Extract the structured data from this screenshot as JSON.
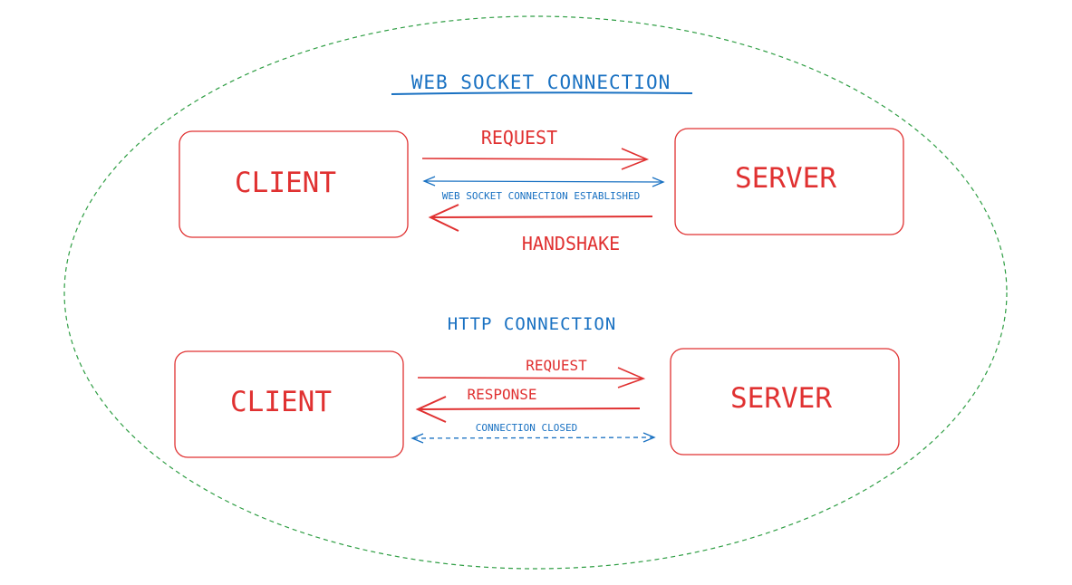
{
  "colors": {
    "red": "#e03131",
    "blue": "#1971c2",
    "green": "#2f9e44",
    "background": "#ffffff"
  },
  "websocket": {
    "title": "WEB SOCKET CONNECTION",
    "client_label": "CLIENT",
    "server_label": "SERVER",
    "request_label": "REQUEST",
    "established_label": "WEB SOCKET CONNECTION ESTABLISHED",
    "handshake_label": "HANDSHAKE"
  },
  "http": {
    "title": "HTTP CONNECTION",
    "client_label": "CLIENT",
    "server_label": "SERVER",
    "request_label": "REQUEST",
    "response_label": "RESPONSE",
    "closed_label": "CONNECTION CLOSED"
  }
}
